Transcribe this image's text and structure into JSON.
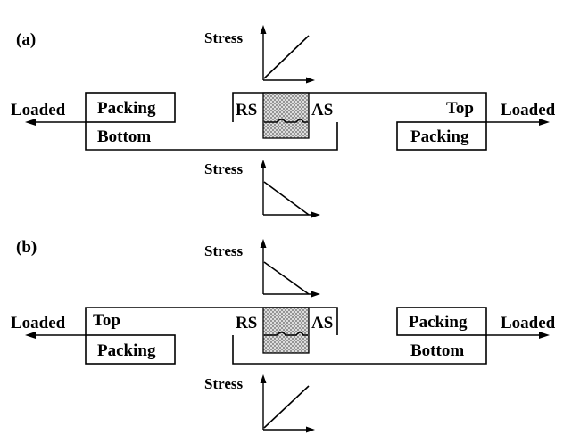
{
  "panel_a": {
    "label": "(a)",
    "left_load": "Loaded",
    "right_load": "Loaded",
    "left_upper_box": "Packing",
    "left_lower_box": "Bottom",
    "rs": "RS",
    "as": "AS",
    "right_upper_box": "Top",
    "right_lower_box": "Packing",
    "upper_stress": {
      "label": "Stress",
      "trend": "increasing"
    },
    "lower_stress": {
      "label": "Stress",
      "trend": "decreasing"
    }
  },
  "panel_b": {
    "label": "(b)",
    "left_load": "Loaded",
    "right_load": "Loaded",
    "left_upper_box": "Top",
    "left_lower_box": "Packing",
    "rs": "RS",
    "as": "AS",
    "right_upper_box": "Packing",
    "right_lower_box": "Bottom",
    "upper_stress": {
      "label": "Stress",
      "trend": "decreasing"
    },
    "lower_stress": {
      "label": "Stress",
      "trend": "increasing"
    }
  },
  "colors": {
    "ink": "#000000",
    "background": "#ffffff"
  }
}
